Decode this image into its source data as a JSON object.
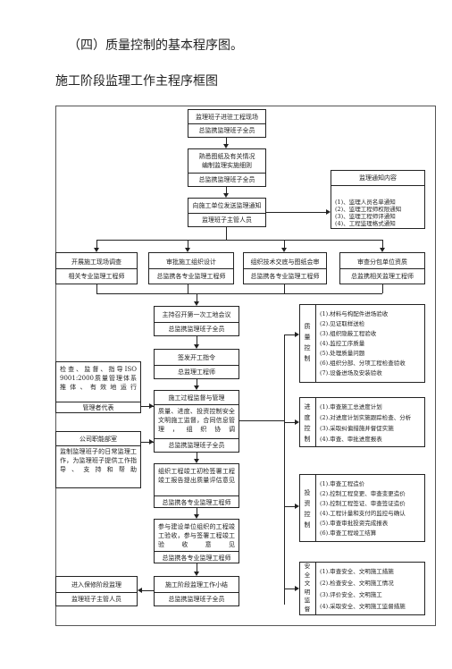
{
  "heading": "（四）质量控制的基本程序图。",
  "subheading": "施工阶段监理工作主程序框图",
  "top": {
    "t1": "监理班子进驻工程现场",
    "t2": "总监携监理班子全员"
  },
  "prep": {
    "t1": "熟悉图纸及有关情况",
    "t2": "编制监理实施细则",
    "t3": "总监携监理班子全员"
  },
  "notice": {
    "t1": "向施工单位发送监理通知",
    "t2": "监理班子主管人员"
  },
  "notice_content": {
    "title": "监理通知内容",
    "items": [
      "(1)、监理人员名单通知",
      "(2)、监理工程师权限通知",
      "(3)、监理工程师评通知",
      "(4)、工程监理格式通知"
    ]
  },
  "row4": [
    {
      "t1": "开展施工现场调查",
      "t2": "相关专业监理工程师"
    },
    {
      "t1": "审批施工组织设计",
      "t2": "总监携各专业监理工程师"
    },
    {
      "t1": "组织技术交底与图纸会审",
      "t2": "总监携各专业监理工程师"
    },
    {
      "t1": "审查分包单位资质",
      "t2": "总监携相关监理工程师"
    }
  ],
  "meeting": {
    "t1": "主持召开第一次工地会议",
    "t2": "总监携监理班子全员"
  },
  "start": {
    "t1": "签发开工指令",
    "t2": "总监理工程师"
  },
  "process": {
    "t1": "施工过程监督与管理",
    "t2": "质量、进度、投资控制安全文明施工监督，合同信息管理，组织协调",
    "t3": "总监携监理班子全员"
  },
  "acceptance": {
    "t1": "组织工程竣工初检签署工程竣工报告提出质量评估意见",
    "t2": "总监携各专业监理工程师"
  },
  "final": {
    "t1": "参与建设单位组织的工程竣工验收，参与签署工程竣工验收意见",
    "t2": "总监携各专业监理工程师"
  },
  "summary": {
    "t1": "施工阶段监理工作小结",
    "t2": "总监携监理班子全员"
  },
  "warranty": {
    "t1": "进入保修阶段监理",
    "t2": "监理班子主管人员"
  },
  "left_check": {
    "t1": "检查、监督、指导ISO 9001:2000质量管理体系推体、有效地运行",
    "t2": "管理者代表"
  },
  "company": {
    "t1": "公司职能部室",
    "t2": "监制监理班子的日常监理工作，为监理班子提供工作指导、支持和帮助"
  },
  "quality": {
    "label": "质量控制",
    "items": [
      "(1).材料与构配件进场验收",
      "(2).见证取样送检",
      "(3).组织隐蔽工程验收",
      "(4).监控工序质量",
      "(5).处理质量问题",
      "(6).组织分部、分项工程检查验收",
      "(7).设备进场及安装验收"
    ]
  },
  "progress": {
    "label": "进度控制",
    "items": [
      "(1).审查施工总进度计划",
      "(2).对进度计划实施跟踪检查、分析",
      "(3).采取纠偏措施并督促实施",
      "(4).审查、审批进度报表"
    ]
  },
  "invest": {
    "label": "投资控制",
    "items": [
      "(1).审查工程造价",
      "(2).控制工程变更、审查变更造价",
      "(3).控制工程签证、审查签证造价",
      "(4).工程计量和支付的监控与确认",
      "(5).审查审批投资完成报表",
      "(6).审查工程竣工结算"
    ]
  },
  "safety": {
    "label": "安全文明监督",
    "items": [
      "(1).审查安全、文明施工措施",
      "(2).检查安全、文明施工情况",
      "(3).评价安全、文明施工",
      "(4).采取安全、文明施工监督措施"
    ]
  }
}
